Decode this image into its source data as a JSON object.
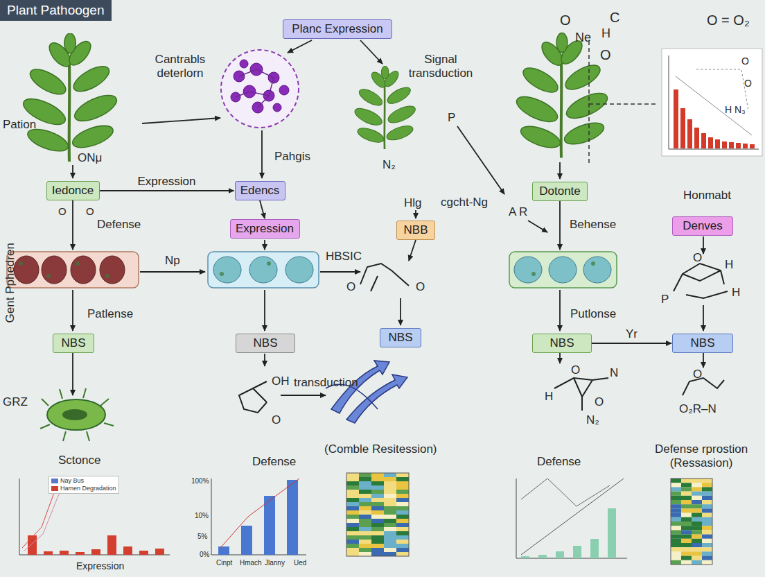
{
  "diagram": {
    "title": "Plant Pathoogen",
    "nodes": [
      {
        "text": [
          "Planc Expression"
        ]
      },
      {
        "text": [
          "Iedonce"
        ]
      },
      {
        "text": [
          "Edencs"
        ]
      },
      {
        "text": [
          "Expression"
        ]
      },
      {
        "text": [
          "NBB"
        ]
      },
      {
        "text": [
          "Dotonte"
        ]
      },
      {
        "text": [
          "Denves"
        ]
      },
      {
        "text": [
          "NBS"
        ]
      },
      {
        "text": [
          "NBS"
        ]
      },
      {
        "text": [
          "NBS"
        ]
      },
      {
        "text": [
          "NBS"
        ]
      },
      {
        "text": [
          "NBS"
        ]
      }
    ],
    "edges": [
      {
        "from": 1,
        "to": 2,
        "arrow": "to",
        "label": "Expression"
      },
      {
        "from": 2,
        "to": 3,
        "arrow": "to"
      },
      {
        "from": 10,
        "to": 11,
        "arrow": "to",
        "label": "Yr"
      }
    ],
    "labels": [
      "Cantrabls deterlorn",
      "Pation",
      "ONμ",
      "Signal transduction",
      "O",
      "Ne",
      "C",
      "H",
      "O",
      "O = O₂",
      "Pahgis",
      "N₂",
      "Hlg",
      "P",
      "cgcht-Ng",
      "A R",
      "Defense",
      "Behense",
      "Honmabt",
      "Np",
      "HBSIC",
      "Patlense",
      "Putlonse",
      "Gent Pphedren",
      "GRZ",
      "Sctonce",
      "Defense",
      "(Comble Resitession)",
      "Defense",
      "Defense rprostion (Ressasion)",
      "Expression",
      "transduction",
      "O",
      "O",
      "OH",
      "O",
      "O",
      "O",
      "O",
      "H",
      "P",
      "H",
      "O",
      "N",
      "H",
      "O",
      "N₂",
      "O",
      "O₂R–N",
      "O",
      "O",
      "H N₃",
      "100%",
      "10%",
      "5%",
      "0%",
      "Cinpt",
      "Hmach",
      "Jlanny",
      "Ued"
    ],
    "legend": [
      {
        "text": "Nay Bus",
        "color": "#5a78c8"
      },
      {
        "text": "Hamen Degradation",
        "color": "#d04030"
      }
    ]
  }
}
